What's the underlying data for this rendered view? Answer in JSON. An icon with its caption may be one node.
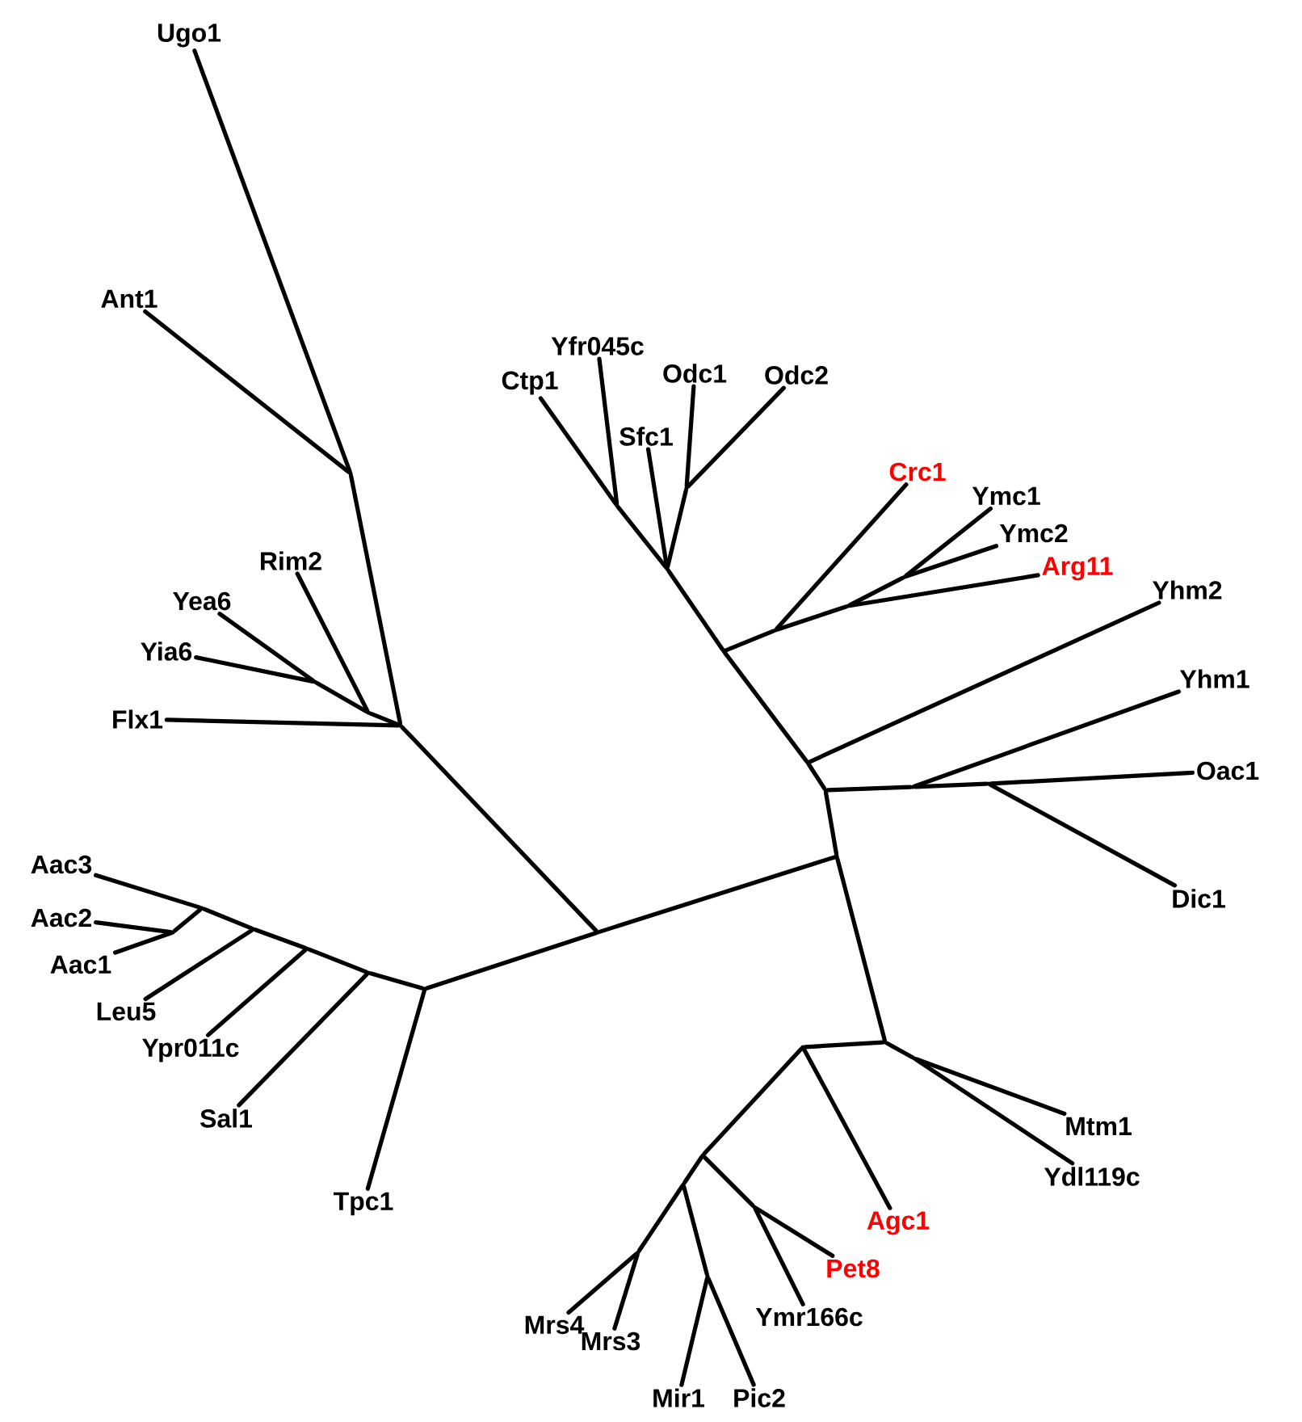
{
  "diagram": {
    "nodes": [
      {
        "text": [
          "Ugo1"
        ]
      },
      {
        "text": [
          "Ant1"
        ]
      },
      {
        "text": [
          "Ctp1"
        ]
      },
      {
        "text": [
          "Yfr045c"
        ]
      },
      {
        "text": [
          "Odc1"
        ]
      },
      {
        "text": [
          "Odc2"
        ]
      },
      {
        "text": [
          "Sfc1"
        ]
      },
      {
        "text": [
          "Crc1"
        ]
      },
      {
        "text": [
          "Ymc1"
        ]
      },
      {
        "text": [
          "Ymc2"
        ]
      },
      {
        "text": [
          "Rim2"
        ]
      },
      {
        "text": [
          "Arg11"
        ]
      },
      {
        "text": [
          "Yhm2"
        ]
      },
      {
        "text": [
          "Yea6"
        ]
      },
      {
        "text": [
          "Yia6"
        ]
      },
      {
        "text": [
          "Yhm1"
        ]
      },
      {
        "text": [
          "Flx1"
        ]
      },
      {
        "text": [
          "Oac1"
        ]
      },
      {
        "text": [
          "Aac3"
        ]
      },
      {
        "text": [
          "Dic1"
        ]
      },
      {
        "text": [
          "Aac2"
        ]
      },
      {
        "text": [
          "Aac1"
        ]
      },
      {
        "text": [
          "Leu5"
        ]
      },
      {
        "text": [
          "Ypr011c"
        ]
      },
      {
        "text": [
          "Sal1"
        ]
      },
      {
        "text": [
          "Mtm1"
        ]
      },
      {
        "text": [
          "Ydl119c"
        ]
      },
      {
        "text": [
          "Tpc1"
        ]
      },
      {
        "text": [
          "Agc1"
        ]
      },
      {
        "text": [
          "Pet8"
        ]
      },
      {
        "text": [
          "Ymr166c"
        ]
      },
      {
        "text": [
          "Mrs4"
        ]
      },
      {
        "text": [
          "Mrs3"
        ]
      },
      {
        "text": [
          "Mir1"
        ]
      },
      {
        "text": [
          "Pic2"
        ]
      },
      {
        "text": [],
        "shape": "dot"
      },
      {
        "text": [],
        "shape": "dot"
      },
      {
        "text": [],
        "shape": "dot"
      },
      {
        "text": [],
        "shape": "dot"
      },
      {
        "text": [],
        "shape": "dot"
      },
      {
        "text": [],
        "shape": "dot"
      },
      {
        "text": [],
        "shape": "dot"
      },
      {
        "text": [],
        "shape": "dot"
      },
      {
        "text": [],
        "shape": "dot"
      },
      {
        "text": [],
        "shape": "dot"
      },
      {
        "text": [],
        "shape": "dot"
      },
      {
        "text": [],
        "shape": "dot"
      },
      {
        "text": [],
        "shape": "dot"
      },
      {
        "text": [],
        "shape": "dot"
      },
      {
        "text": [],
        "shape": "dot"
      },
      {
        "text": [],
        "shape": "dot"
      },
      {
        "text": [],
        "shape": "dot"
      },
      {
        "text": [],
        "shape": "dot"
      },
      {
        "text": [],
        "shape": "dot"
      },
      {
        "text": [],
        "shape": "dot"
      },
      {
        "text": [],
        "shape": "dot"
      },
      {
        "text": [],
        "shape": "dot"
      },
      {
        "text": [],
        "shape": "dot"
      },
      {
        "text": [],
        "shape": "dot"
      },
      {
        "text": [],
        "shape": "dot"
      },
      {
        "text": [],
        "shape": "dot"
      },
      {
        "text": [],
        "shape": "dot"
      },
      {
        "text": [],
        "shape": "dot"
      },
      {
        "text": [],
        "shape": "dot"
      },
      {
        "text": [],
        "shape": "dot"
      },
      {
        "text": [],
        "shape": "dot"
      }
    ],
    "edges": [
      {
        "from": 35,
        "to": 0,
        "arrow": "none"
      },
      {
        "from": 35,
        "to": 1,
        "arrow": "none"
      },
      {
        "from": 36,
        "to": 35,
        "arrow": "none"
      },
      {
        "from": 36,
        "to": 37,
        "arrow": "none"
      },
      {
        "from": 36,
        "to": 16,
        "arrow": "none"
      },
      {
        "from": 37,
        "to": 10,
        "arrow": "none"
      },
      {
        "from": 37,
        "to": 38,
        "arrow": "none"
      },
      {
        "from": 38,
        "to": 13,
        "arrow": "none"
      },
      {
        "from": 38,
        "to": 14,
        "arrow": "none"
      },
      {
        "from": 39,
        "to": 36,
        "arrow": "none"
      },
      {
        "from": 39,
        "to": 40,
        "arrow": "none"
      },
      {
        "from": 39,
        "to": 46,
        "arrow": "none"
      },
      {
        "from": 40,
        "to": 27,
        "arrow": "none"
      },
      {
        "from": 40,
        "to": 41,
        "arrow": "none"
      },
      {
        "from": 41,
        "to": 24,
        "arrow": "none"
      },
      {
        "from": 41,
        "to": 42,
        "arrow": "none"
      },
      {
        "from": 42,
        "to": 23,
        "arrow": "none"
      },
      {
        "from": 42,
        "to": 43,
        "arrow": "none"
      },
      {
        "from": 43,
        "to": 22,
        "arrow": "none"
      },
      {
        "from": 43,
        "to": 44,
        "arrow": "none"
      },
      {
        "from": 44,
        "to": 18,
        "arrow": "none"
      },
      {
        "from": 44,
        "to": 45,
        "arrow": "none"
      },
      {
        "from": 45,
        "to": 20,
        "arrow": "none"
      },
      {
        "from": 45,
        "to": 21,
        "arrow": "none"
      },
      {
        "from": 46,
        "to": 47,
        "arrow": "none"
      },
      {
        "from": 46,
        "to": 58,
        "arrow": "none"
      },
      {
        "from": 47,
        "to": 48,
        "arrow": "none"
      },
      {
        "from": 48,
        "to": 15,
        "arrow": "none"
      },
      {
        "from": 48,
        "to": 49,
        "arrow": "none"
      },
      {
        "from": 49,
        "to": 17,
        "arrow": "none"
      },
      {
        "from": 49,
        "to": 19,
        "arrow": "none"
      },
      {
        "from": 47,
        "to": 50,
        "arrow": "none"
      },
      {
        "from": 50,
        "to": 12,
        "arrow": "none"
      },
      {
        "from": 50,
        "to": 51,
        "arrow": "none"
      },
      {
        "from": 51,
        "to": 52,
        "arrow": "none"
      },
      {
        "from": 52,
        "to": 7,
        "arrow": "none"
      },
      {
        "from": 52,
        "to": 53,
        "arrow": "none"
      },
      {
        "from": 53,
        "to": 11,
        "arrow": "none"
      },
      {
        "from": 53,
        "to": 54,
        "arrow": "none"
      },
      {
        "from": 54,
        "to": 8,
        "arrow": "none"
      },
      {
        "from": 54,
        "to": 9,
        "arrow": "none"
      },
      {
        "from": 51,
        "to": 55,
        "arrow": "none"
      },
      {
        "from": 55,
        "to": 56,
        "arrow": "none"
      },
      {
        "from": 56,
        "to": 2,
        "arrow": "none"
      },
      {
        "from": 56,
        "to": 3,
        "arrow": "none"
      },
      {
        "from": 55,
        "to": 6,
        "arrow": "none"
      },
      {
        "from": 55,
        "to": 57,
        "arrow": "none"
      },
      {
        "from": 57,
        "to": 4,
        "arrow": "none"
      },
      {
        "from": 57,
        "to": 5,
        "arrow": "none"
      },
      {
        "from": 58,
        "to": 59,
        "arrow": "none"
      },
      {
        "from": 59,
        "to": 25,
        "arrow": "none"
      },
      {
        "from": 59,
        "to": 26,
        "arrow": "none"
      },
      {
        "from": 58,
        "to": 60,
        "arrow": "none"
      },
      {
        "from": 60,
        "to": 28,
        "arrow": "none"
      },
      {
        "from": 60,
        "to": 61,
        "arrow": "none"
      },
      {
        "from": 61,
        "to": 62,
        "arrow": "none"
      },
      {
        "from": 62,
        "to": 29,
        "arrow": "none"
      },
      {
        "from": 62,
        "to": 30,
        "arrow": "none"
      },
      {
        "from": 61,
        "to": 63,
        "arrow": "none"
      },
      {
        "from": 63,
        "to": 64,
        "arrow": "none"
      },
      {
        "from": 64,
        "to": 31,
        "arrow": "none"
      },
      {
        "from": 64,
        "to": 32,
        "arrow": "none"
      },
      {
        "from": 63,
        "to": 65,
        "arrow": "none"
      },
      {
        "from": 65,
        "to": 33,
        "arrow": "none"
      },
      {
        "from": 65,
        "to": 34,
        "arrow": "none"
      }
    ]
  }
}
